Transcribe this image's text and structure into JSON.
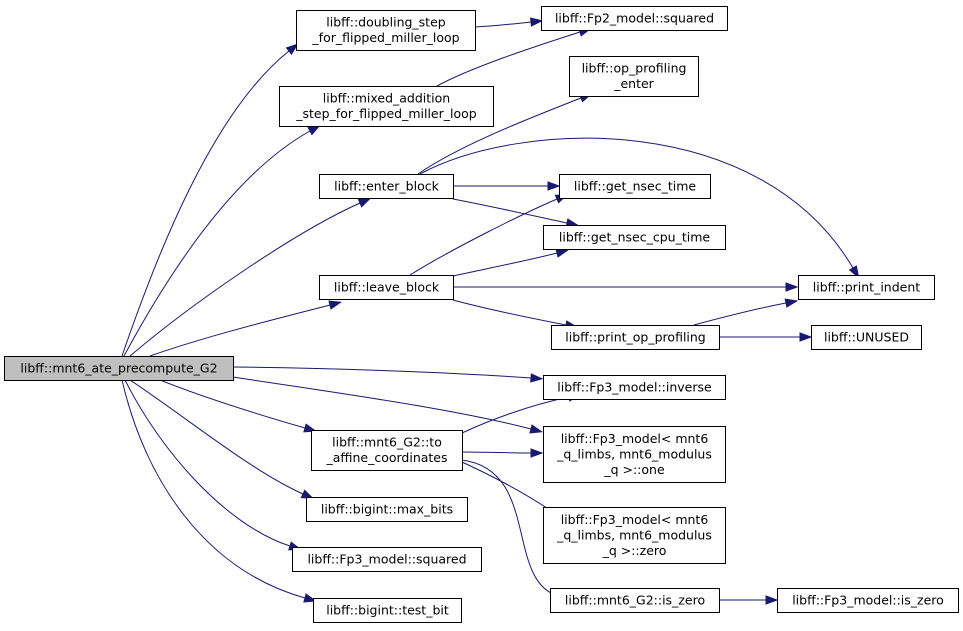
{
  "diagram": {
    "nodes": [
      {
        "id": "mnt6_ate_precompute_G2",
        "lines": [
          "libff::mnt6_ate_precompute_G2"
        ],
        "highlight": true
      },
      {
        "id": "doubling_step",
        "lines": [
          "libff::doubling_step",
          "_for_flipped_miller_loop"
        ]
      },
      {
        "id": "mixed_addition",
        "lines": [
          "libff::mixed_addition",
          "_step_for_flipped_miller_loop"
        ]
      },
      {
        "id": "enter_block",
        "lines": [
          "libff::enter_block"
        ]
      },
      {
        "id": "leave_block",
        "lines": [
          "libff::leave_block"
        ]
      },
      {
        "id": "to_affine",
        "lines": [
          "libff::mnt6_G2::to",
          "_affine_coordinates"
        ]
      },
      {
        "id": "max_bits",
        "lines": [
          "libff::bigint::max_bits"
        ]
      },
      {
        "id": "fp3_squared",
        "lines": [
          "libff::Fp3_model::squared"
        ]
      },
      {
        "id": "test_bit",
        "lines": [
          "libff::bigint::test_bit"
        ]
      },
      {
        "id": "fp2_squared",
        "lines": [
          "libff::Fp2_model::squared"
        ]
      },
      {
        "id": "op_profiling_enter",
        "lines": [
          "libff::op_profiling",
          "_enter"
        ]
      },
      {
        "id": "get_nsec_time",
        "lines": [
          "libff::get_nsec_time"
        ]
      },
      {
        "id": "get_nsec_cpu_time",
        "lines": [
          "libff::get_nsec_cpu_time"
        ]
      },
      {
        "id": "print_indent",
        "lines": [
          "libff::print_indent"
        ]
      },
      {
        "id": "print_op_profiling",
        "lines": [
          "libff::print_op_profiling"
        ]
      },
      {
        "id": "unused",
        "lines": [
          "libff::UNUSED"
        ]
      },
      {
        "id": "fp3_inverse",
        "lines": [
          "libff::Fp3_model::inverse"
        ]
      },
      {
        "id": "fp3_one",
        "lines": [
          "libff::Fp3_model< mnt6",
          "_q_limbs, mnt6_modulus",
          "_q >::one"
        ]
      },
      {
        "id": "fp3_zero",
        "lines": [
          "libff::Fp3_model< mnt6",
          "_q_limbs, mnt6_modulus",
          "_q >::zero"
        ]
      },
      {
        "id": "is_zero",
        "lines": [
          "libff::mnt6_G2::is_zero"
        ]
      },
      {
        "id": "fp3_is_zero",
        "lines": [
          "libff::Fp3_model::is_zero"
        ]
      }
    ],
    "edges": [
      [
        "mnt6_ate_precompute_G2",
        "doubling_step"
      ],
      [
        "mnt6_ate_precompute_G2",
        "mixed_addition"
      ],
      [
        "mnt6_ate_precompute_G2",
        "enter_block"
      ],
      [
        "mnt6_ate_precompute_G2",
        "leave_block"
      ],
      [
        "mnt6_ate_precompute_G2",
        "fp3_inverse"
      ],
      [
        "mnt6_ate_precompute_G2",
        "fp3_one"
      ],
      [
        "mnt6_ate_precompute_G2",
        "to_affine"
      ],
      [
        "mnt6_ate_precompute_G2",
        "max_bits"
      ],
      [
        "mnt6_ate_precompute_G2",
        "fp3_squared"
      ],
      [
        "mnt6_ate_precompute_G2",
        "test_bit"
      ],
      [
        "doubling_step",
        "fp2_squared"
      ],
      [
        "mixed_addition",
        "fp2_squared"
      ],
      [
        "enter_block",
        "op_profiling_enter"
      ],
      [
        "enter_block",
        "get_nsec_time"
      ],
      [
        "enter_block",
        "get_nsec_cpu_time"
      ],
      [
        "enter_block",
        "print_indent"
      ],
      [
        "leave_block",
        "get_nsec_time"
      ],
      [
        "leave_block",
        "get_nsec_cpu_time"
      ],
      [
        "leave_block",
        "print_indent"
      ],
      [
        "leave_block",
        "print_op_profiling"
      ],
      [
        "print_op_profiling",
        "print_indent"
      ],
      [
        "print_op_profiling",
        "unused"
      ],
      [
        "to_affine",
        "fp3_inverse"
      ],
      [
        "to_affine",
        "fp3_one"
      ],
      [
        "to_affine",
        "fp3_zero"
      ],
      [
        "to_affine",
        "is_zero"
      ],
      [
        "is_zero",
        "fp3_is_zero"
      ]
    ],
    "colors": {
      "edge": "#191970",
      "node_border": "#000000",
      "node_fill": "#ffffff",
      "highlight_fill": "#bfbfbf"
    }
  }
}
